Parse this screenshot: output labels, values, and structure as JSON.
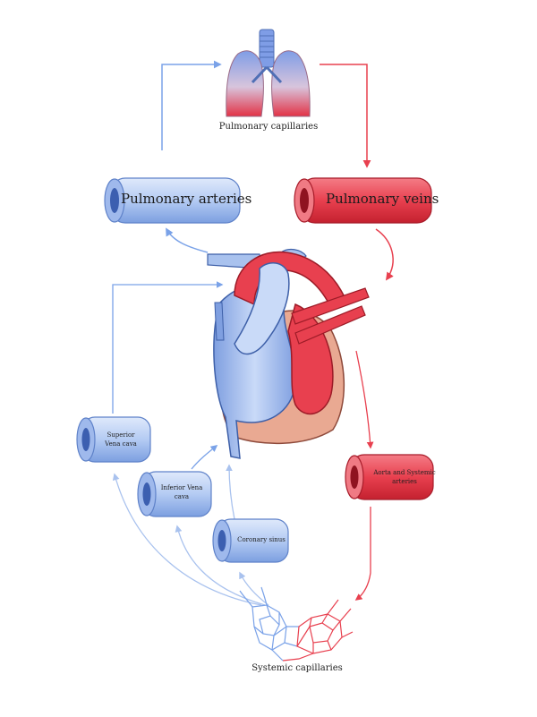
{
  "labels": {
    "pulmonary_capillaries": "Pulmonary capillaries",
    "pulmonary_arteries": "Pulmonary arteries",
    "pulmonary_veins": "Pulmonary veins",
    "superior_vena_cava": "Superior Vena cava",
    "inferior_vena_cava": "Inferior Vena cava",
    "coronary_sinus": "Coronary sinus",
    "aorta_systemic_arteries": "Aorta and Systemic arteries",
    "systemic_capillaries": "Systemic capillaries"
  },
  "colors": {
    "deoxygenated": "#7aa2e8",
    "oxygenated": "#e8404f",
    "vessel_blue_fill": "#b9cff5",
    "vessel_red_fill": "#ee5a66",
    "heart_tissue": "#e9a992"
  }
}
